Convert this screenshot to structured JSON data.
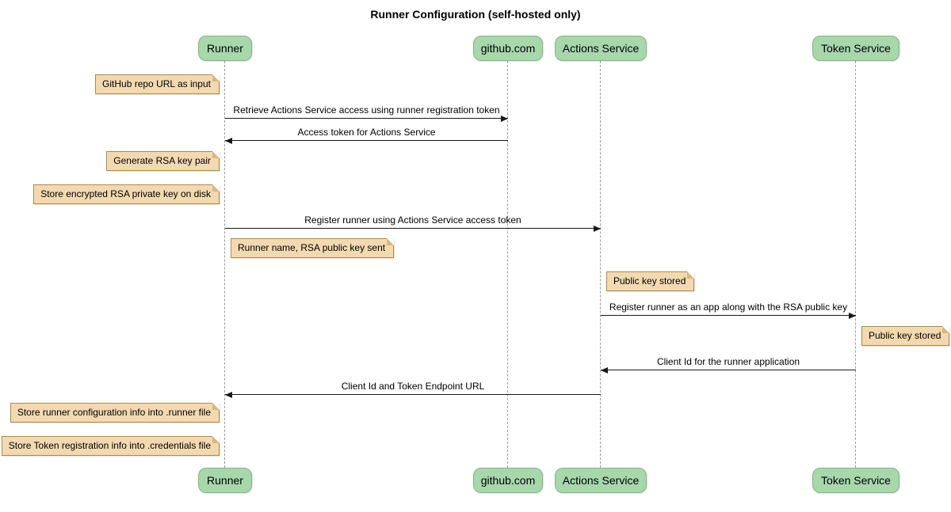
{
  "title": "Runner Configuration (self-hosted only)",
  "participants": [
    {
      "label": "Runner"
    },
    {
      "label": "github.com"
    },
    {
      "label": "Actions Service"
    },
    {
      "label": "Token Service"
    }
  ],
  "messages": [
    {
      "from": "Runner",
      "to": "github.com",
      "label": "Retrieve Actions Service access using runner registration token"
    },
    {
      "from": "github.com",
      "to": "Runner",
      "label": "Access token for Actions Service"
    },
    {
      "from": "Runner",
      "to": "Actions Service",
      "label": "Register runner using Actions Service access token"
    },
    {
      "from": "Actions Service",
      "to": "Token Service",
      "label": "Register runner as an app along with the RSA public key"
    },
    {
      "from": "Token Service",
      "to": "Actions Service",
      "label": "Client Id for the runner application"
    },
    {
      "from": "Actions Service",
      "to": "Runner",
      "label": "Client Id and Token Endpoint URL"
    }
  ],
  "notes": [
    {
      "attached_to": "Runner",
      "side": "left",
      "text": "GitHub repo URL as input"
    },
    {
      "attached_to": "Runner",
      "side": "left",
      "text": "Generate RSA key pair"
    },
    {
      "attached_to": "Runner",
      "side": "left",
      "text": "Store encrypted RSA private key on disk"
    },
    {
      "attached_to": "Runner",
      "side": "right",
      "text": "Runner name, RSA public key sent"
    },
    {
      "attached_to": "Actions Service",
      "side": "right",
      "text": "Public key stored"
    },
    {
      "attached_to": "Token Service",
      "side": "right",
      "text": "Public key stored"
    },
    {
      "attached_to": "Runner",
      "side": "left",
      "text": "Store runner configuration info into .runner file"
    },
    {
      "attached_to": "Runner",
      "side": "left",
      "text": "Store Token registration info into .credentials file"
    }
  ],
  "colors": {
    "participant_fill": "#a7d7ab",
    "participant_border": "#86b58a",
    "note_fill": "#f3d9b1",
    "note_border": "#ae8a4e",
    "lifeline": "#9a9a9a",
    "arrow": "#181818",
    "background": "#ffffff"
  }
}
